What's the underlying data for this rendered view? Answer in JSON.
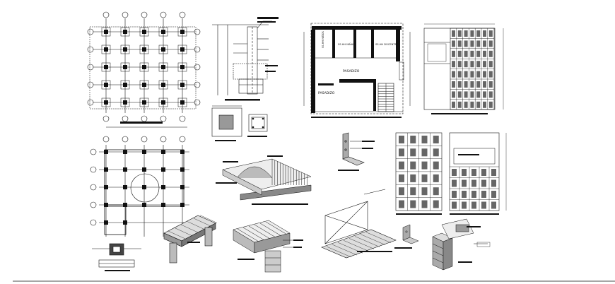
{
  "drawing": {
    "floor_plan_labels": {
      "room_left": "SS.HH NIÑOS",
      "room_center": "SS.HH NIÑAS",
      "room_right": "SS.HH DOCENTES",
      "corridor_top": "PASADIZO",
      "corridor_left": "PASADIZO"
    }
  }
}
